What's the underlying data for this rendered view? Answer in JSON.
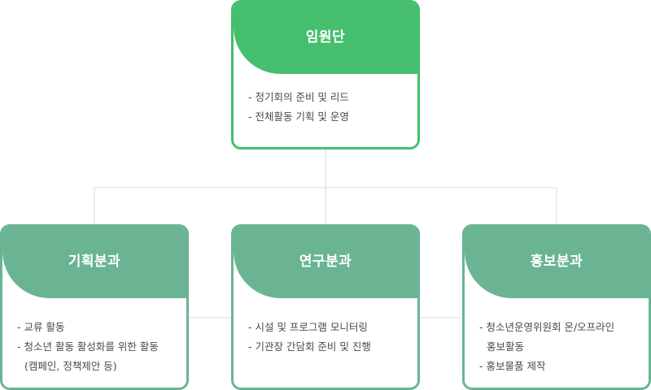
{
  "top": {
    "title": "임원단",
    "lines": [
      "- 정기회의 준비 및 리드",
      "- 전체활동 기획 및 운영"
    ]
  },
  "left": {
    "title": "기획분과",
    "lines": [
      "- 교류 활동",
      "- 청소년 활동 활성화를 위한 활동",
      "(캠페인, 정책제안 등)"
    ]
  },
  "mid": {
    "title": "연구분과",
    "lines": [
      "- 시설 및 프로그램 모니터링",
      "- 기관장 간담회 준비 및 진행"
    ]
  },
  "right": {
    "title": "홍보분과",
    "lines": [
      "- 청소년운영위원회 온/오프라인",
      "홍보활동",
      "- 홍보물품 제작"
    ]
  },
  "colors": {
    "top_accent": "#45be6e",
    "sub_accent": "#6ab494",
    "connector": "#d9d9d9"
  }
}
